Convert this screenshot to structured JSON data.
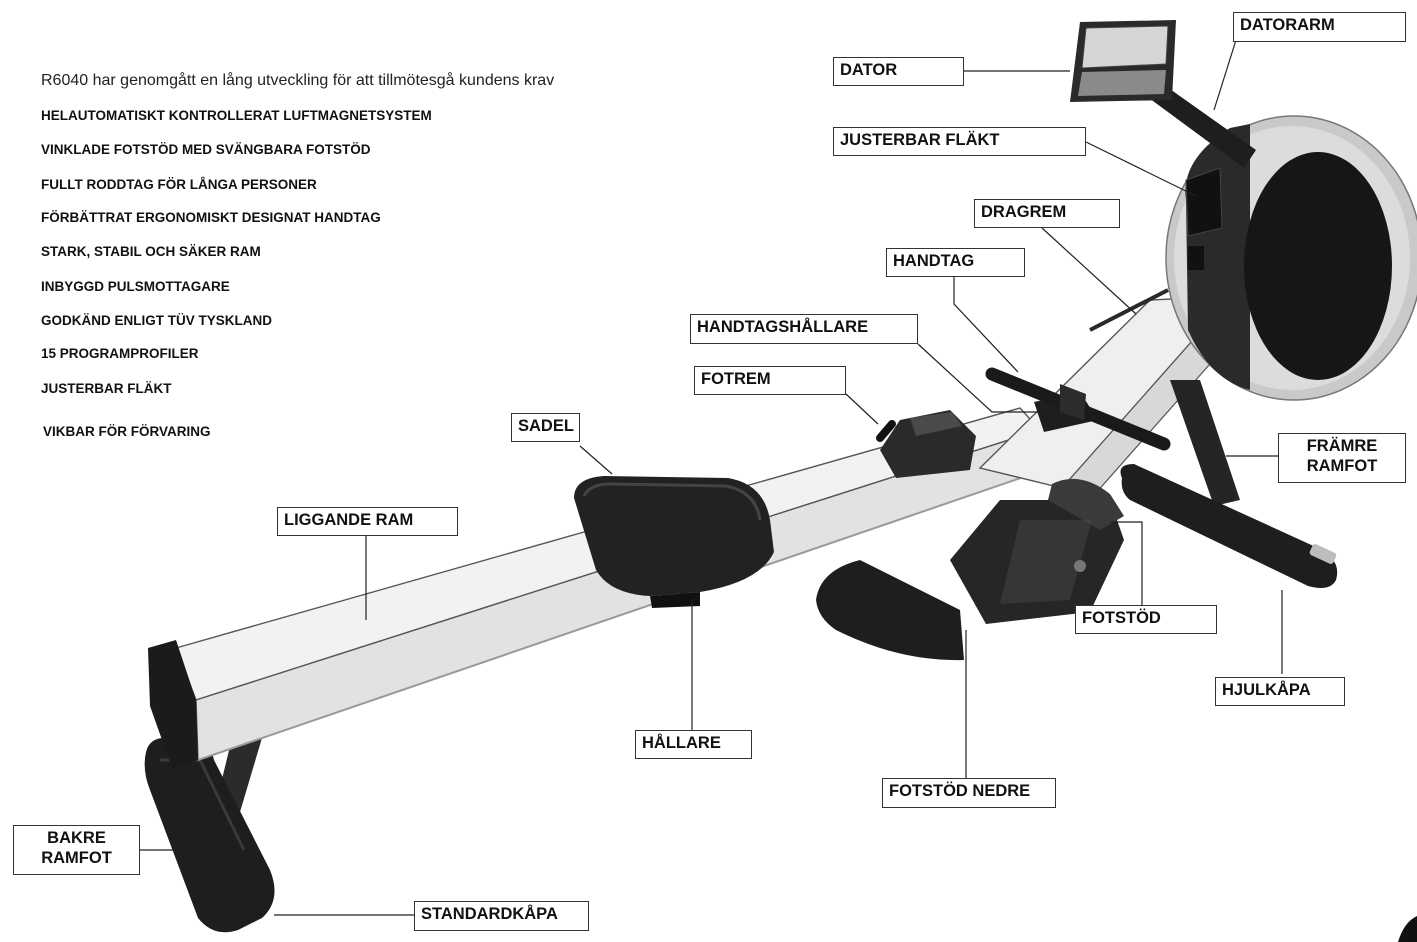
{
  "intro": "R6040 har genomgått en lång utveckling för att tillmötesgå kundens krav",
  "features": [
    "HELAUTOMATISKT KONTROLLERAT LUFTMAGNETSYSTEM",
    "VINKLADE FOTSTÖD MED SVÄNGBARA FOTSTÖD",
    "FULLT RODDTAG FÖR LÅNGA PERSONER",
    "FÖRBÄTTRAT ERGONOMISKT DESIGNAT HANDTAG",
    "STARK, STABIL OCH SÄKER RAM",
    "INBYGGD PULSMOTTAGARE",
    "GODKÄND ENLIGT TÜV TYSKLAND",
    "15 PROGRAMPROFILER",
    "JUSTERBAR FLÄKT",
    "VIKBAR FÖR FÖRVARING"
  ],
  "labels": {
    "datorarm": "DATORARM",
    "dator": "DATOR",
    "justerbar_flakt": "JUSTERBAR FLÄKT",
    "dragrem": "DRAGREM",
    "handtag": "HANDTAG",
    "handtagshallare": "HANDTAGSHÅLLARE",
    "fotrem": "FOTREM",
    "sadel": "SADEL",
    "liggande_ram": "LIGGANDE RAM",
    "framre_ramfot_1": "FRÄMRE",
    "framre_ramfot_2": "RAMFOT",
    "fotstod": "FOTSTÖD",
    "hjulkapa": "HJULKÅPA",
    "hallare": "HÅLLARE",
    "fotstod_nedre": "FOTSTÖD NEDRE",
    "bakre_ramfot_1": "BAKRE",
    "bakre_ramfot_2": "RAMFOT",
    "standardkapa": "STANDARDKÅPA"
  }
}
